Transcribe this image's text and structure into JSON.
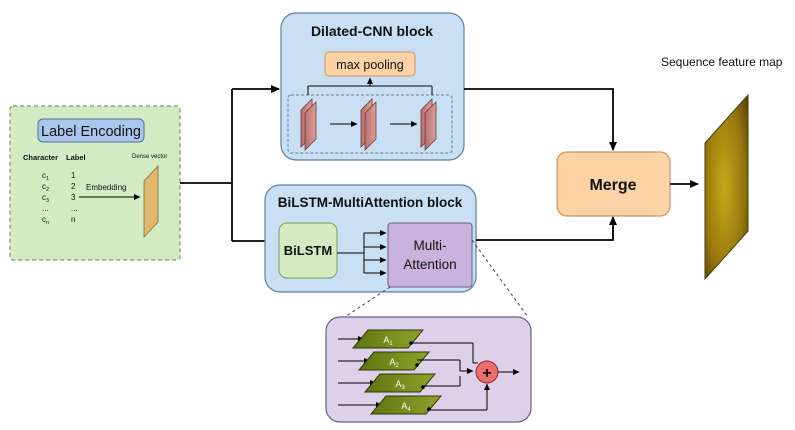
{
  "label_encoding": {
    "title": "Label Encoding",
    "col_character": "Character",
    "col_label": "Label",
    "dense_vector_label": "Dense vector",
    "embedding_label": "Embedding",
    "rows": [
      {
        "c": "c",
        "sub": "1",
        "label": "1"
      },
      {
        "c": "c",
        "sub": "2",
        "label": "2"
      },
      {
        "c": "c",
        "sub": "3",
        "label": "3"
      },
      {
        "c": "...",
        "sub": "",
        "label": "..."
      },
      {
        "c": "c",
        "sub": "n",
        "label": "n"
      }
    ]
  },
  "dilated_cnn": {
    "title": "Dilated-CNN block",
    "pooling_label": "max pooling"
  },
  "bilstm_block": {
    "title": "BiLSTM-MultiAttention block",
    "bilstm_label": "BiLSTM",
    "attention_label_line1": "Multi-",
    "attention_label_line2": "Attention"
  },
  "attention_detail": {
    "heads": [
      {
        "letter": "A",
        "sub": "1"
      },
      {
        "letter": "A",
        "sub": "2"
      },
      {
        "letter": "A",
        "sub": "3"
      },
      {
        "letter": "A",
        "sub": "4"
      }
    ],
    "sum_symbol": "+"
  },
  "merge": {
    "label": "Merge"
  },
  "output": {
    "label": "Sequence feature map"
  },
  "colors": {
    "label_panel_fill": "#d3ebc2",
    "label_panel_stroke": "#6ea25a",
    "label_title_fill": "#a9c7ec",
    "block_fill": "#c9dff3",
    "block_stroke": "#5f7f9e",
    "pool_fill": "#fbd3a6",
    "bilstm_fill": "#d5eac0",
    "attention_fill": "#c9b2db",
    "merge_fill": "#fbd3a6",
    "feature_map_fill": "#a98f15",
    "conv_fill": "#cf8c88",
    "attention_head_fill": "#778a17",
    "sum_circle_fill": "#ef6c6c"
  },
  "icons": [
    "arrow-icon",
    "plus-circle-icon"
  ]
}
